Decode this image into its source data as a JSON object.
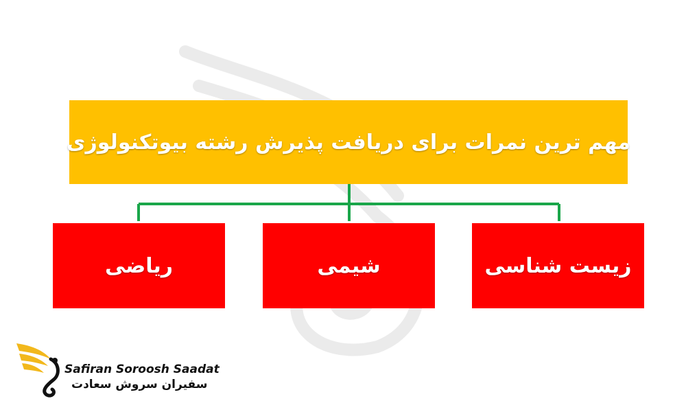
{
  "diagram": {
    "title": "مهم ترین نمرات برای دریافت پذیرش رشته بیوتکنولوژی",
    "children": [
      "زیست شناسی",
      "شیمی",
      "ریاضی"
    ]
  },
  "logo": {
    "name_en": "Safiran Soroosh Saadat",
    "name_fa": "سفیران سروش سعادت"
  },
  "colors": {
    "title_bg": "#ffc000",
    "child_bg": "#ff0000",
    "connector": "#1aa64a",
    "logo_gold": "#f2b81c"
  }
}
